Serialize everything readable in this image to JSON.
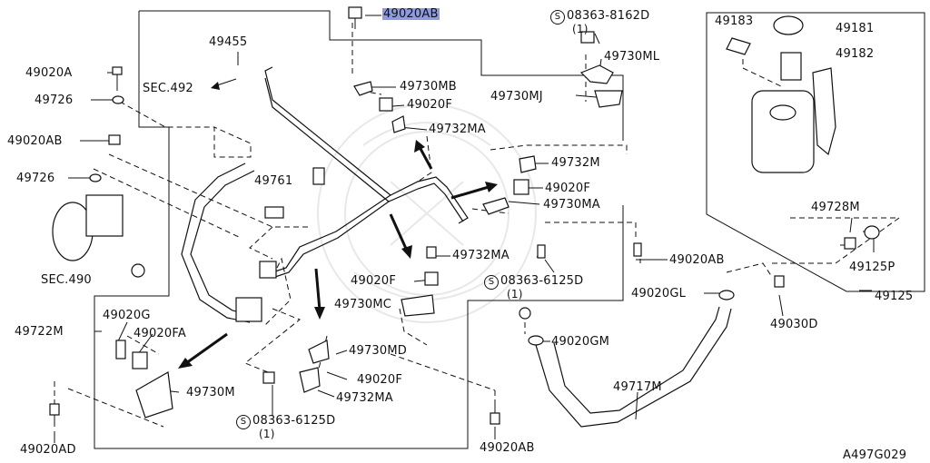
{
  "diagram_id": "A497G029",
  "colors": {
    "highlight": "#8e9be0",
    "line": "#111111"
  },
  "labels": [
    {
      "text": "49020AB",
      "highlight": true
    },
    {
      "text": "08363-8162D",
      "symbol": "S"
    },
    {
      "text": "(1)"
    },
    {
      "text": "49183"
    },
    {
      "text": "49181"
    },
    {
      "text": "49182"
    },
    {
      "text": "49455"
    },
    {
      "text": "49730ML"
    },
    {
      "text": "49020A"
    },
    {
      "text": "SEC.492"
    },
    {
      "text": "49730MB"
    },
    {
      "text": "49730MJ"
    },
    {
      "text": "49726"
    },
    {
      "text": "49020F"
    },
    {
      "text": "49732MA"
    },
    {
      "text": "49020AB"
    },
    {
      "text": "49732M"
    },
    {
      "text": "49726"
    },
    {
      "text": "49761"
    },
    {
      "text": "49020F"
    },
    {
      "text": "49730MA"
    },
    {
      "text": "49728M"
    },
    {
      "text": "49732MA"
    },
    {
      "text": "49020AB"
    },
    {
      "text": "49125P"
    },
    {
      "text": "SEC.490"
    },
    {
      "text": "49020F"
    },
    {
      "text": "08363-6125D",
      "symbol": "S"
    },
    {
      "text": "(1)"
    },
    {
      "text": "49020GL"
    },
    {
      "text": "49125"
    },
    {
      "text": "49020G"
    },
    {
      "text": "49730MC"
    },
    {
      "text": "49030D"
    },
    {
      "text": "49722M"
    },
    {
      "text": "49020FA"
    },
    {
      "text": "49020GM"
    },
    {
      "text": "49730MD"
    },
    {
      "text": "49730M"
    },
    {
      "text": "49020F"
    },
    {
      "text": "49717M"
    },
    {
      "text": "49732MA"
    },
    {
      "text": "08363-6125D",
      "symbol": "S"
    },
    {
      "text": "(1)"
    },
    {
      "text": "49020AD"
    },
    {
      "text": "49020AB"
    },
    {
      "text": "A497G029"
    }
  ]
}
